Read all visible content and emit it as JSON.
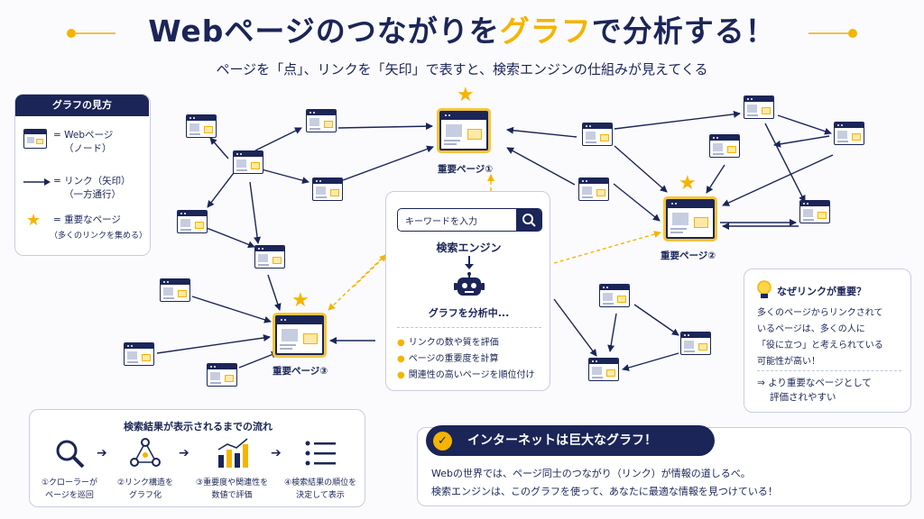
{
  "title": {
    "prefix": "Webページのつながりを",
    "highlight": "グラフ",
    "suffix": "で分析する！"
  },
  "subtitle": "ページを「点」、リンクを「矢印」で表すと、検索エンジンの仕組みが見えてくる",
  "legend": {
    "heading": "グラフの見方",
    "node_label_1": "= Webページ",
    "node_label_2": "（ノード）",
    "link_label_1": "= リンク（矢印）",
    "link_label_2": "（一方通行）",
    "star_label_1": "= 重要なページ",
    "star_label_2": "（多くのリンクを集める）"
  },
  "important_pages": [
    "重要ページ①",
    "重要ページ②",
    "重要ページ③"
  ],
  "engine": {
    "search_placeholder": "キーワードを入力",
    "title": "検索エンジン",
    "status": "グラフを分析中...",
    "items": [
      "リンクの数や質を評価",
      "ページの重要度を計算",
      "関連性の高いページを順位付け"
    ]
  },
  "why": {
    "title": "なぜリンクが重要？",
    "lines": [
      "多くのページからリンクされて",
      "いるページは、多くの人に",
      "「役に立つ」と考えられている",
      "可能性が高い！"
    ],
    "conclusion_1": "⇒ より重要なページとして",
    "conclusion_2": "評価されやすい"
  },
  "flow": {
    "title": "検索結果が表示されるまでの流れ",
    "steps": [
      {
        "l1": "①クローラーが",
        "l2": "ページを巡回",
        "icon": "magnifier-icon"
      },
      {
        "l1": "②リンク構造を",
        "l2": "グラフ化",
        "icon": "graph-icon"
      },
      {
        "l1": "③重要度や関連性を",
        "l2": "数値で評価",
        "icon": "bar-chart-icon"
      },
      {
        "l1": "④検索結果の順位を",
        "l2": "決定して表示",
        "icon": "list-icon"
      }
    ]
  },
  "internet": {
    "heading": "インターネットは巨大なグラフ！",
    "line1": "Webの世界では、ページ同士のつながり（リンク）が情報の道しるべ。",
    "line2": "検索エンジンは、このグラフを使って、あなたに最適な情報を見つけている！"
  },
  "colors": {
    "navy": "#1b2557",
    "accent": "#f5b400",
    "panel_border": "#c9cde2"
  }
}
